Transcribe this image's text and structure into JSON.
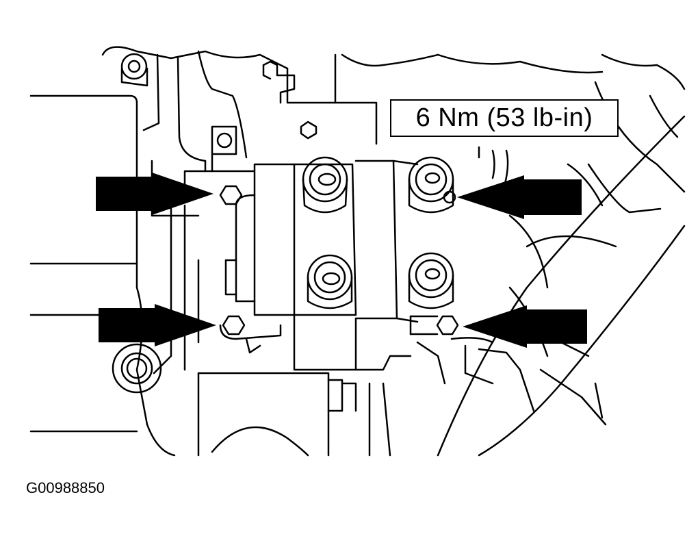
{
  "torque_label": "6 Nm (53 lb-in)",
  "figure_id": "G00988850",
  "ink_color": "#000000",
  "paper_color": "#ffffff",
  "callouts": [
    {
      "name": "arrow-left-upper",
      "target": "bolt",
      "direction": "right"
    },
    {
      "name": "arrow-left-lower",
      "target": "bolt",
      "direction": "right"
    },
    {
      "name": "arrow-right-upper",
      "target": "bolt",
      "direction": "left"
    },
    {
      "name": "arrow-right-lower",
      "target": "bolt",
      "direction": "left"
    }
  ]
}
